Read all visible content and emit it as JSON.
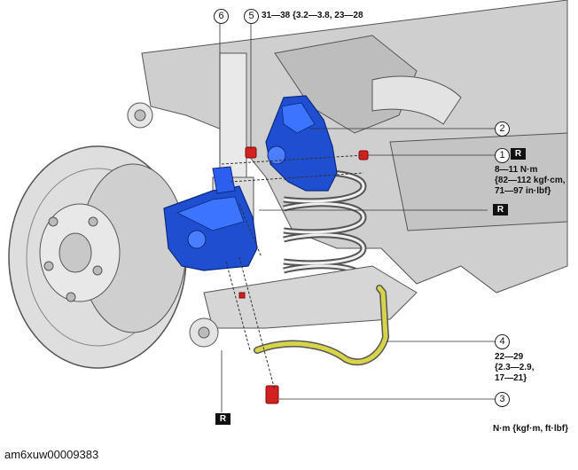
{
  "callouts": {
    "c1": "1",
    "c2": "2",
    "c3": "3",
    "c4": "4",
    "c5": "5",
    "c6": "6"
  },
  "marks": {
    "r1": "R",
    "r2": "R",
    "r3": "R"
  },
  "torque": {
    "t5": "31—38 {3.2—3.8, 23—28",
    "t1_line1": "8—11 N·m",
    "t1_line2": "{82—112 kgf·cm,",
    "t1_line3": "71—97 in·lbf}",
    "t4_line1": "22—29",
    "t4_line2": "{2.3—2.9,",
    "t4_line3": "17—21}"
  },
  "units_legend": "N·m {kgf·m, ft·lbf}",
  "figure_code": "am6xuw00009383",
  "colors": {
    "caliper": "#1f4fd0",
    "caliper_light": "#3d74ff",
    "hose": "#d8d44a",
    "bolt": "#d32020",
    "metal": "#d8d8d8",
    "outline": "#555555"
  }
}
